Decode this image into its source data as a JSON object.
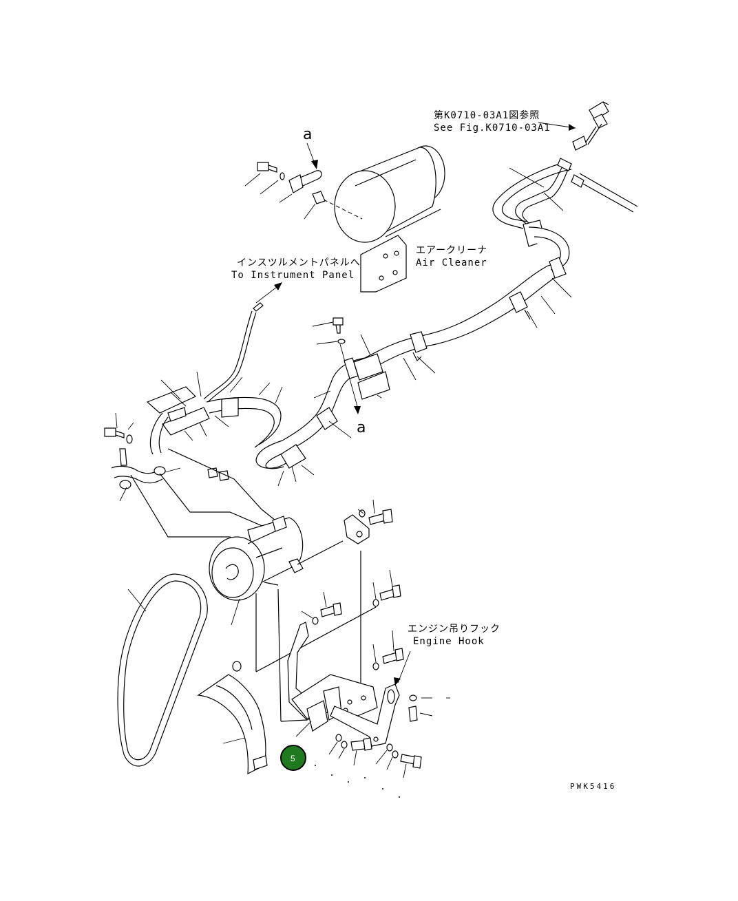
{
  "callouts": {
    "ref_fig_jp": "第K0710-03A1図参照",
    "ref_fig_en": "See Fig.K0710-03A1",
    "air_cleaner_jp": "エアークリーナ",
    "air_cleaner_en": "Air Cleaner",
    "instrument_jp": "インスツルメントパネルへ",
    "instrument_en": "To Instrument Panel",
    "engine_hook_jp": "エンジン吊りフック",
    "engine_hook_en": "Engine Hook",
    "view_letter_top": "a",
    "view_letter_mid": "a"
  },
  "drawing_code": "PWK5416",
  "highlight_badge": {
    "label": "5",
    "color": "#1f7a1f"
  }
}
